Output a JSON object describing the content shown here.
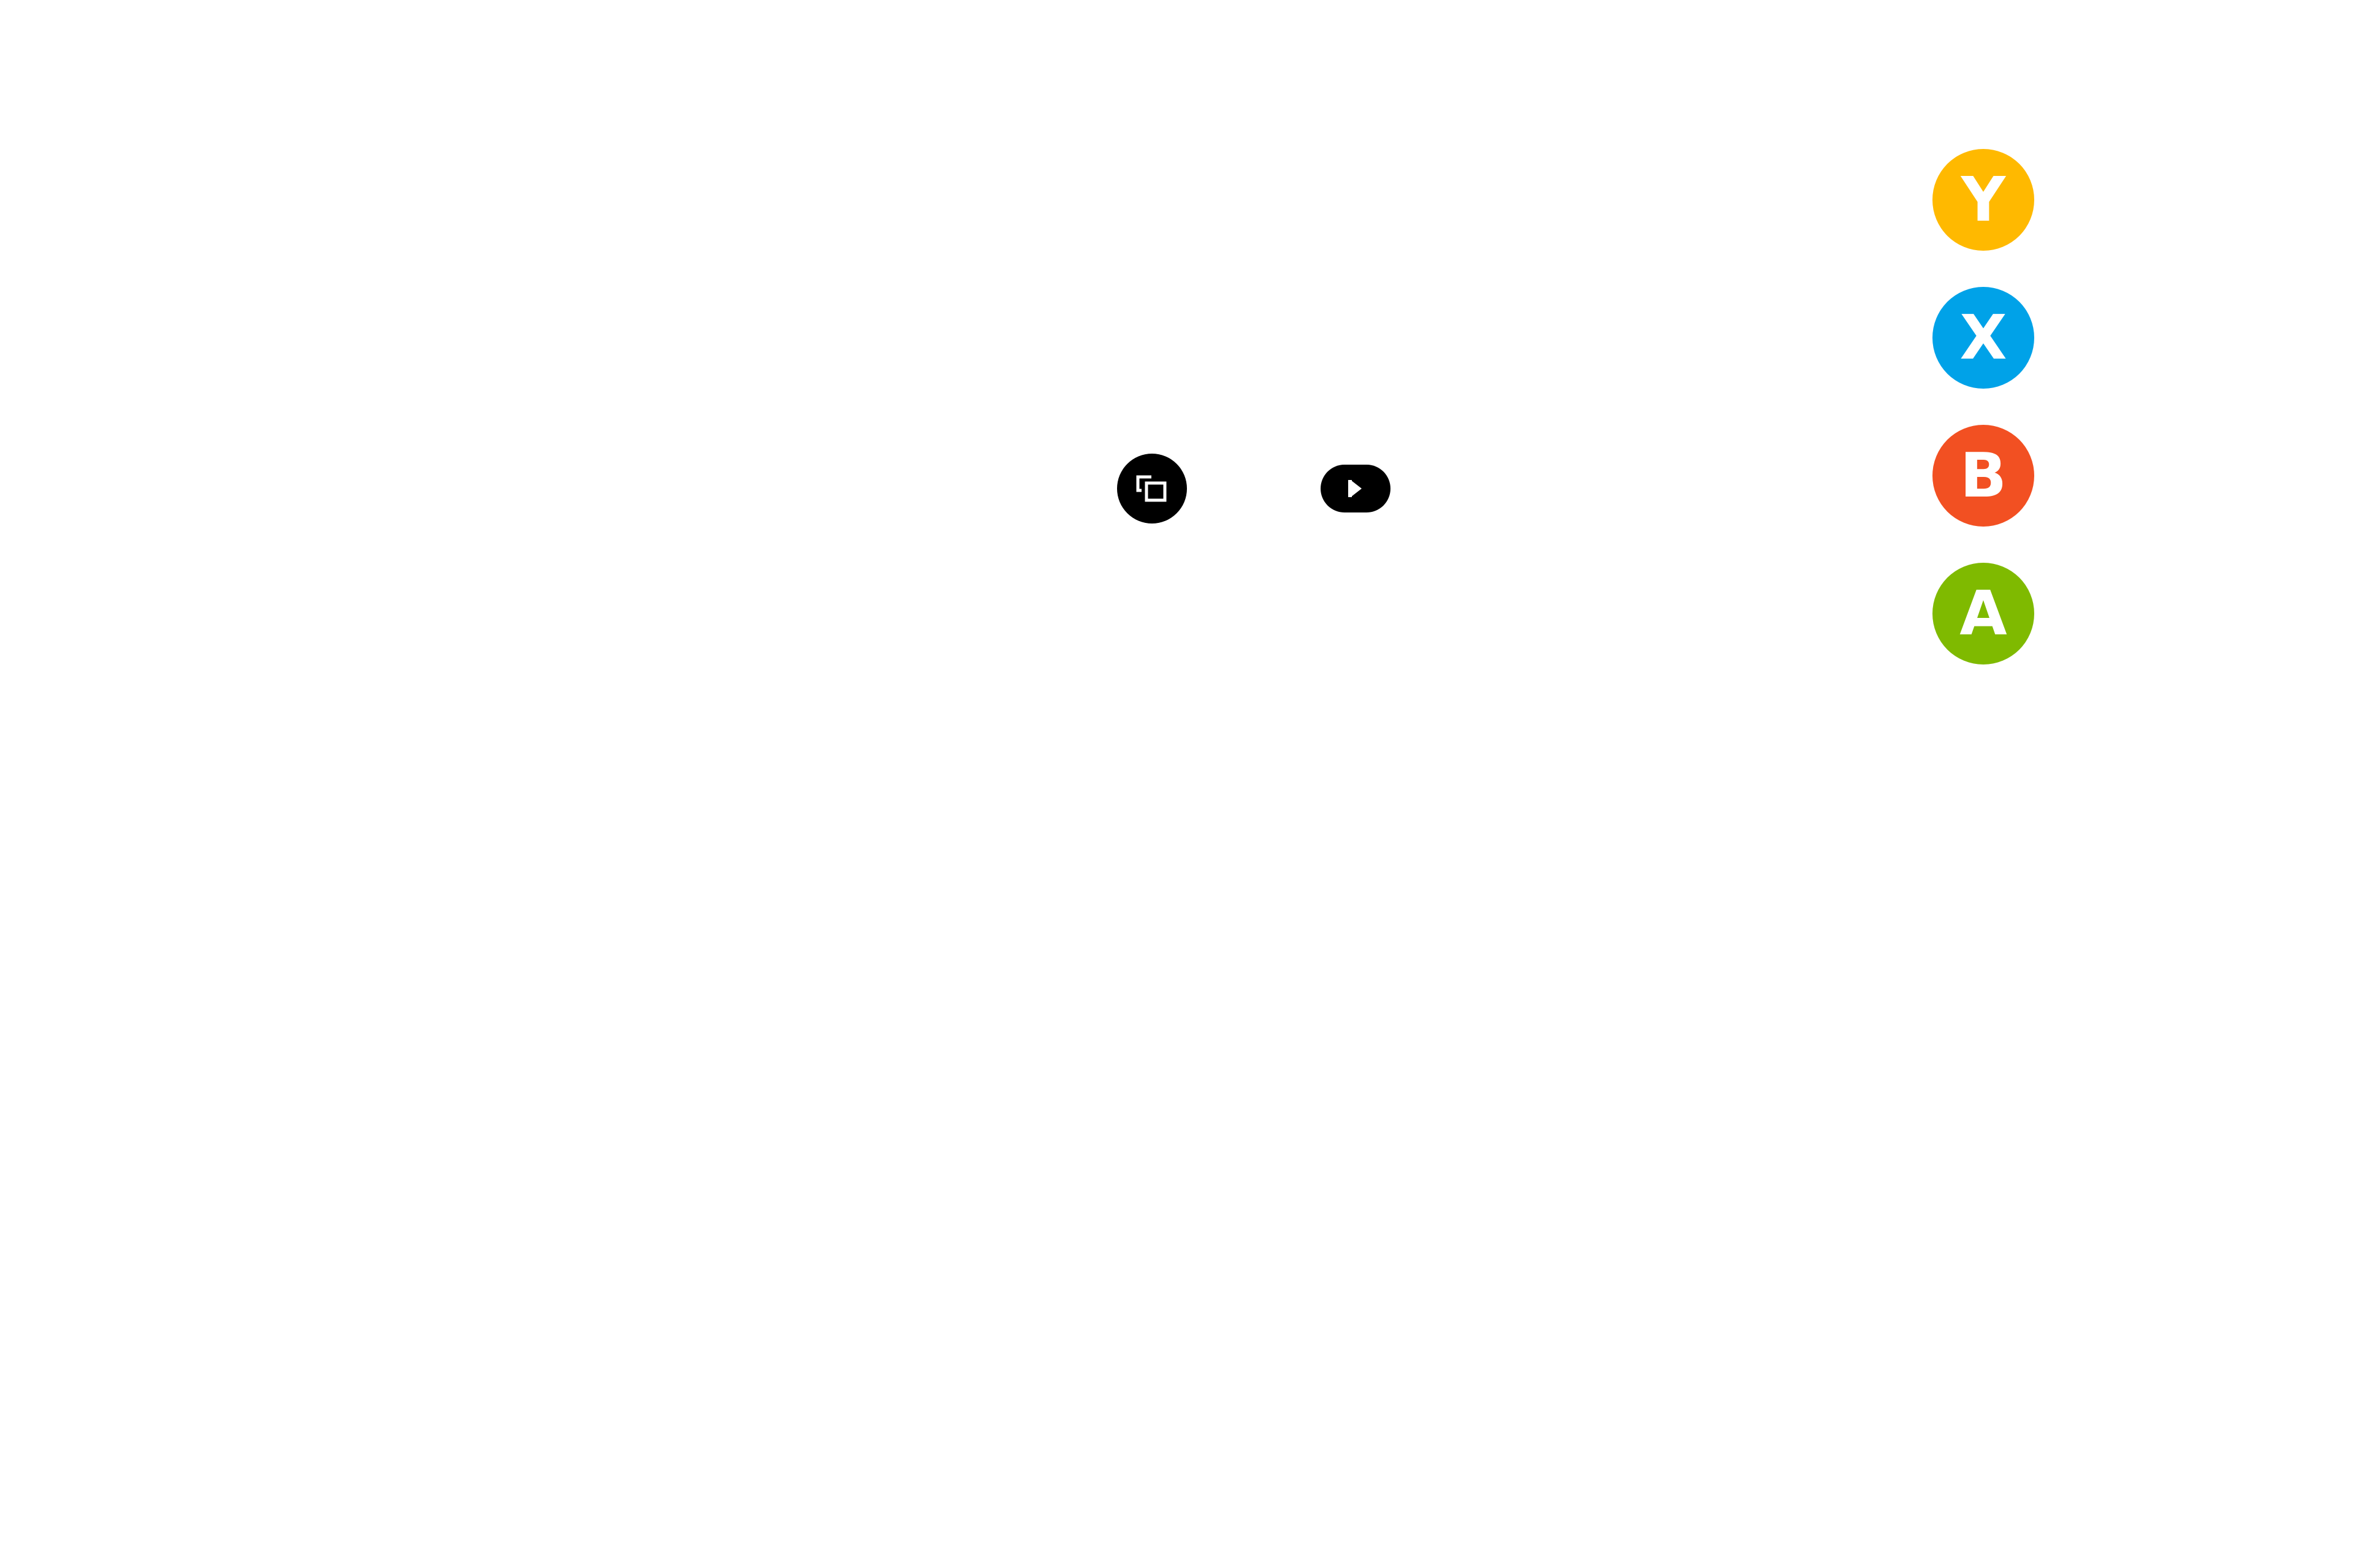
{
  "buttons": {
    "y": {
      "label": "Y",
      "color": "#FFB900"
    },
    "x": {
      "label": "X",
      "color": "#00A2E8"
    },
    "b": {
      "label": "B",
      "color": "#F25022"
    },
    "a": {
      "label": "A",
      "color": "#7FBA00"
    }
  },
  "center_buttons": {
    "view": {
      "icon": "view-icon"
    },
    "menu": {
      "icon": "menu-icon"
    }
  },
  "colors": {
    "background": "#FFFFFF",
    "center_button": "#000000",
    "glyph": "#FFFFFF"
  }
}
